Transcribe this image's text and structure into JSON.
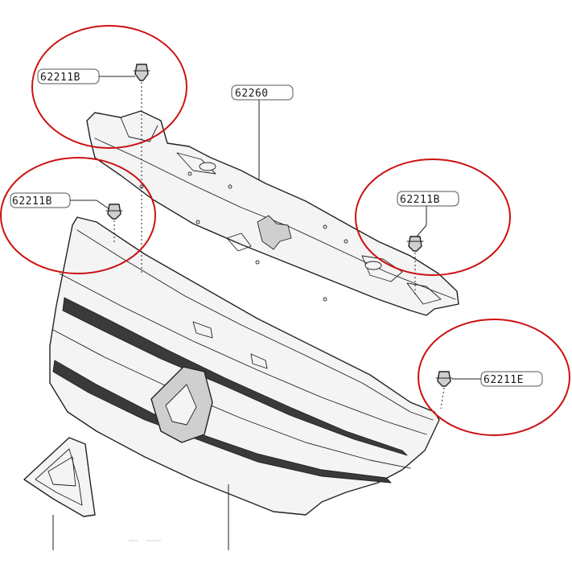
{
  "diagram": {
    "callout_color": "#cc1111",
    "labels": {
      "clip_top_left": "62211B",
      "clip_left": "62211B",
      "clip_right": "62211B",
      "clip_bottom_right": "62211E",
      "cover": "62260"
    },
    "icons": {
      "clip": "push-clip-fastener",
      "cover": "radiator-core-upper-cover",
      "grille": "front-grille",
      "trim": "corner-trim-piece"
    }
  }
}
